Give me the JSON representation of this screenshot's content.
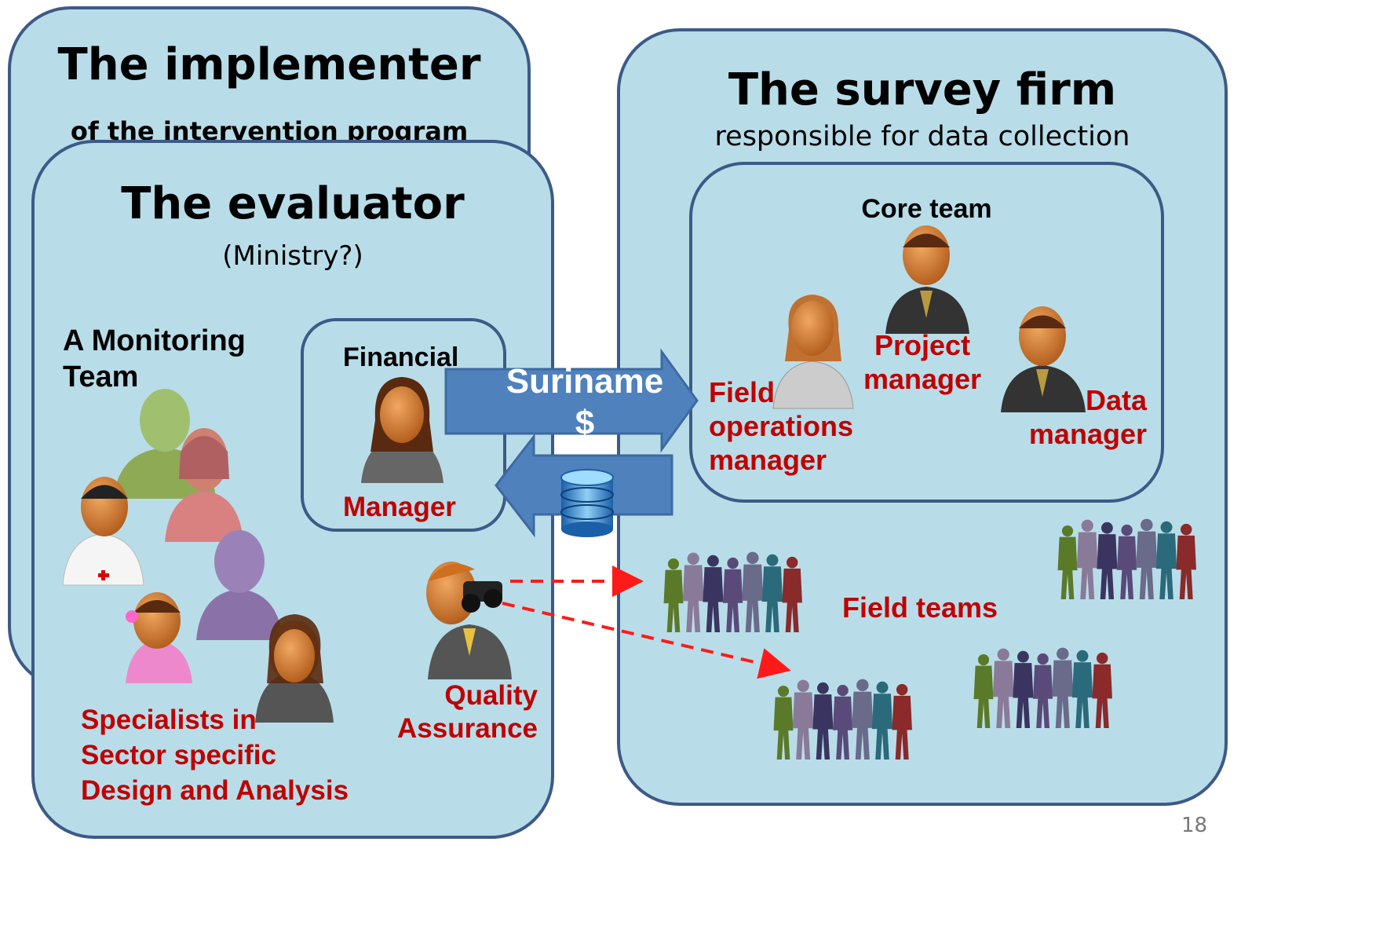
{
  "implementer": {
    "title": "The implementer",
    "subtitle": "of the intervention program"
  },
  "evaluator": {
    "title": "The evaluator",
    "subtitle": "(Ministry?)"
  },
  "monitoring": {
    "line1": "A Monitoring",
    "line2": "Team"
  },
  "specialists": {
    "line1": "Specialists in",
    "line2": "Sector specific",
    "line3": "Design and Analysis"
  },
  "financial": {
    "top": "Financial",
    "bottom": "Manager"
  },
  "quality": {
    "line1": "Quality",
    "line2": "Assurance"
  },
  "survey": {
    "title": "The survey firm",
    "subtitle": "responsible for data collection"
  },
  "core": {
    "title": "Core team",
    "project_l1": "Project",
    "project_l2": "manager",
    "field_l1": "Field",
    "field_l2": "operations",
    "field_l3": "manager",
    "data_l1": "Data",
    "data_l2": "manager"
  },
  "money": {
    "label_l1": "Suriname",
    "label_l2": "$"
  },
  "field_teams": "Field teams",
  "page_number": "18",
  "colors": {
    "panel": "#b8dde8",
    "border": "#3d5a87",
    "arrow": "#4f81bd",
    "red": "#c00000"
  }
}
